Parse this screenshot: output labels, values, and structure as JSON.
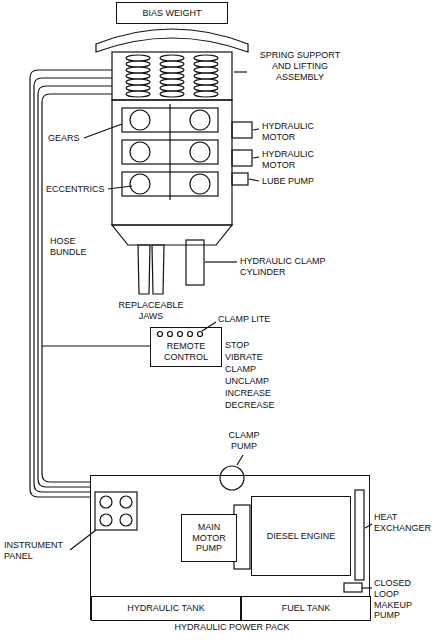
{
  "diagram": {
    "nodes": [
      {
        "text": [
          "BIAS WEIGHT"
        ]
      },
      {
        "text": [
          "REMOTE CONTROL"
        ]
      },
      {
        "text": [
          "HYDRAULIC POWER PACK"
        ]
      },
      {
        "text": [
          "MAIN MOTOR PUMP"
        ],
        "in": 2
      },
      {
        "text": [
          "DIESEL ENGINE"
        ],
        "in": 2
      },
      {
        "text": [
          "HYDRAULIC TANK"
        ],
        "in": 2
      },
      {
        "text": [
          "FUEL TANK"
        ],
        "in": 2
      }
    ],
    "labels": [
      "SPRING SUPPORT AND LIFTING ASSEMBLY",
      "GEARS",
      "HYDRAULIC MOTOR",
      "HYDRAULIC MOTOR",
      "ECCENTRICS",
      "LUBE PUMP",
      "HOSE BUNDLE",
      "HYDRAULIC CLAMP CYLINDER",
      "REPLACEABLE JAWS",
      "CLAMP LITE",
      "STOP",
      "VIBRATE",
      "CLAMP",
      "UNCLAMP",
      "INCREASE",
      "DECREASE",
      "CLAMP PUMP",
      "HEAT EXCHANGER",
      "INSTRUMENT PANEL",
      "CLOSED LOOP MAKEUP PUMP"
    ]
  }
}
